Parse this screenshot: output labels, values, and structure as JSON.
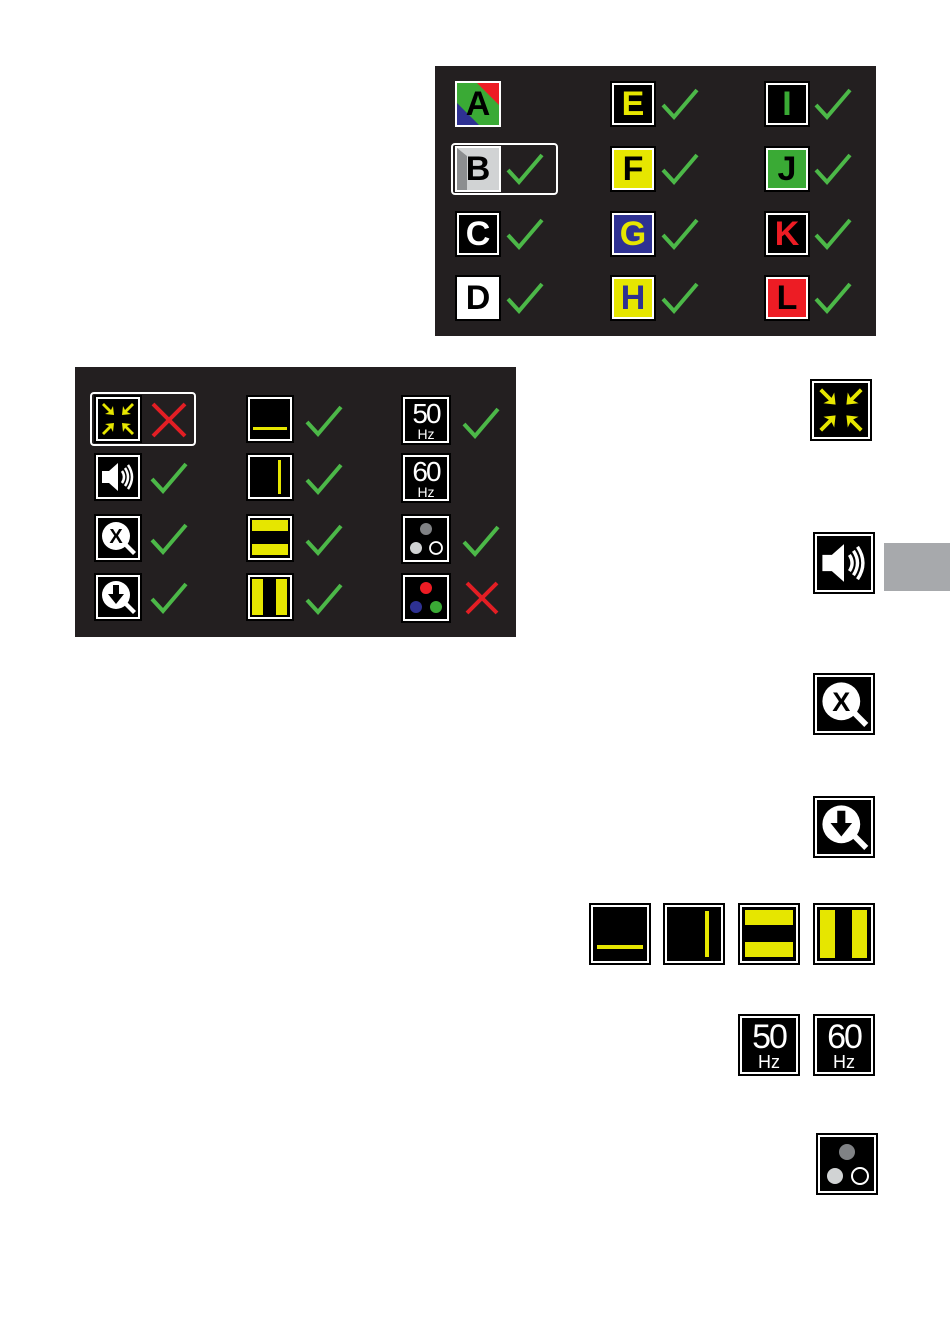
{
  "mode_grid": {
    "items": [
      {
        "letter": "A",
        "scheme": "full color",
        "checked": false
      },
      {
        "letter": "B",
        "scheme": "black on grey",
        "checked": true,
        "selected": true
      },
      {
        "letter": "C",
        "scheme": "white on black",
        "checked": true
      },
      {
        "letter": "D",
        "scheme": "black on white",
        "checked": true
      },
      {
        "letter": "E",
        "scheme": "black on yellow",
        "checked": true
      },
      {
        "letter": "F",
        "scheme": "black on yellow",
        "checked": true
      },
      {
        "letter": "G",
        "scheme": "yellow on blue",
        "checked": true
      },
      {
        "letter": "H",
        "scheme": "blue on yellow",
        "checked": true
      },
      {
        "letter": "I",
        "scheme": "green on black",
        "checked": true
      },
      {
        "letter": "J",
        "scheme": "black on green",
        "checked": true
      },
      {
        "letter": "K",
        "scheme": "red on black",
        "checked": true
      },
      {
        "letter": "L",
        "scheme": "black on red",
        "checked": true
      }
    ]
  },
  "settings_grid": {
    "items": [
      {
        "icon": "center-arrows-icon",
        "state": "off",
        "selected": true
      },
      {
        "icon": "speaker-icon",
        "state": "on"
      },
      {
        "icon": "magnifier-x-icon",
        "state": "on"
      },
      {
        "icon": "magnifier-down-icon",
        "state": "on"
      },
      {
        "icon": "horizontal-line-icon",
        "state": "on"
      },
      {
        "icon": "vertical-line-icon",
        "state": "on"
      },
      {
        "icon": "horizontal-mask-icon",
        "state": "on"
      },
      {
        "icon": "vertical-mask-icon",
        "state": "on"
      },
      {
        "icon": "50hz-icon",
        "state": "on",
        "hz_number": "50",
        "hz_unit": "Hz"
      },
      {
        "icon": "60hz-icon",
        "state": "none",
        "hz_number": "60",
        "hz_unit": "Hz"
      },
      {
        "icon": "grey-dots-icon",
        "state": "on"
      },
      {
        "icon": "color-dots-icon",
        "state": "off"
      }
    ]
  },
  "sidebar_icons": {
    "hz50": {
      "number": "50",
      "unit": "Hz"
    },
    "hz60": {
      "number": "60",
      "unit": "Hz"
    }
  },
  "colors": {
    "panel": "#231f20",
    "yellow": "#e6e600",
    "green_check": "#4cb848",
    "red_cross": "#e31e24",
    "blue": "#2e3192",
    "grey": "#a7a9ac",
    "green": "#3aaa35",
    "red": "#ed1c24"
  }
}
